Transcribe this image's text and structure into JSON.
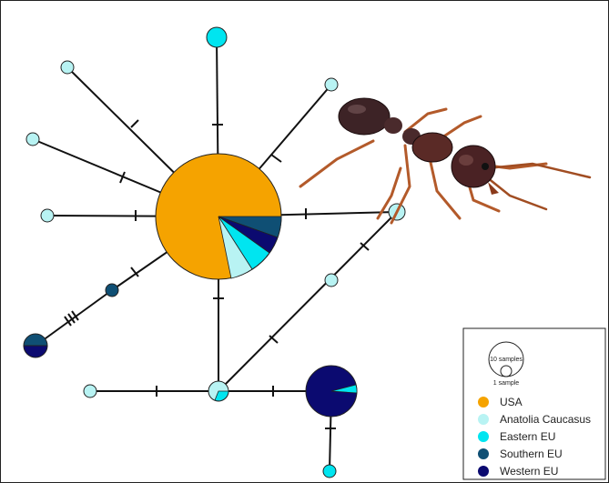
{
  "diagram": {
    "type": "haplotype_network",
    "colors": {
      "usa": "#f5a300",
      "anatolia_caucasus": "#b8f3f3",
      "eastern_eu": "#00e5f0",
      "southern_eu": "#0f4f74",
      "western_eu": "#0b0a70",
      "edge": "#111111",
      "node_outline": "#222222"
    },
    "legend": {
      "size_labels": {
        "large": "10 samples",
        "small": "1 sample"
      },
      "items": [
        {
          "key": "usa",
          "label": "USA"
        },
        {
          "key": "anatolia_caucasus",
          "label": "Anatolia Caucasus"
        },
        {
          "key": "eastern_eu",
          "label": "Eastern EU"
        },
        {
          "key": "southern_eu",
          "label": "Southern EU"
        },
        {
          "key": "western_eu",
          "label": "Western EU"
        }
      ]
    },
    "illustration": {
      "subject": "ant-photo"
    }
  }
}
